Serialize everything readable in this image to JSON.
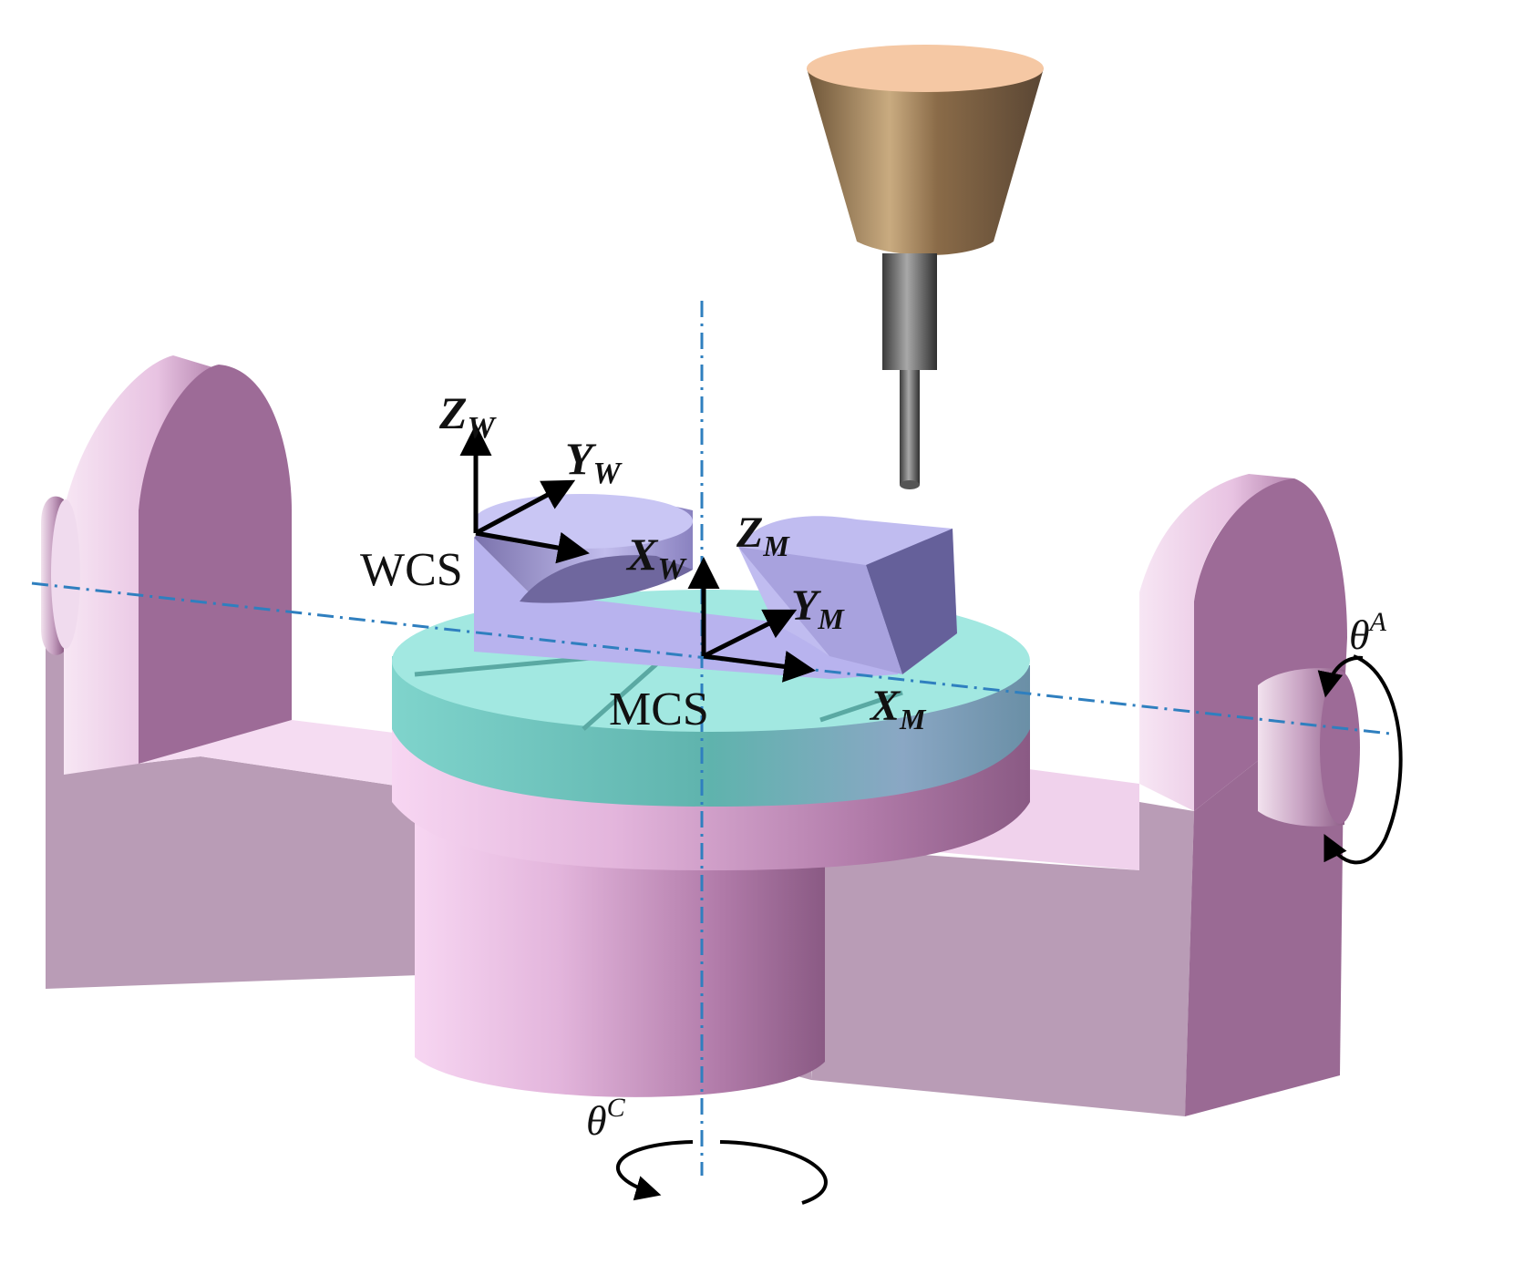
{
  "colors": {
    "base_front": "#b89bb5",
    "base_top": "#f3d9f0",
    "base_side": "#9a6f97",
    "trunnion_face": "#9c6a96",
    "trunnion_rim": "#f6e4f3",
    "table_top": "#9fe6e0",
    "table_side": "#76c4be",
    "column": "#d9a9d2",
    "workpiece_top": "#c8c6f2",
    "workpiece_side": "#8e86c4",
    "tool_holder": "#a07d57",
    "tool_top": "#f4c9a6",
    "shank": "#6f6f6f",
    "axis_line": "#2f7fbf",
    "arrow": "#000000"
  },
  "labels": {
    "wcs": "WCS",
    "mcs": "MCS",
    "zw_main": "Z",
    "zw_sub": "W",
    "yw_main": "Y",
    "yw_sub": "W",
    "xw_main": "X",
    "xw_sub": "W",
    "zm_main": "Z",
    "zm_sub": "M",
    "ym_main": "Y",
    "ym_sub": "M",
    "xm_main": "X",
    "xm_sub": "M",
    "theta_a_main": "θ",
    "theta_a_sup": "A",
    "theta_c_main": "θ",
    "theta_c_sup": "C"
  }
}
